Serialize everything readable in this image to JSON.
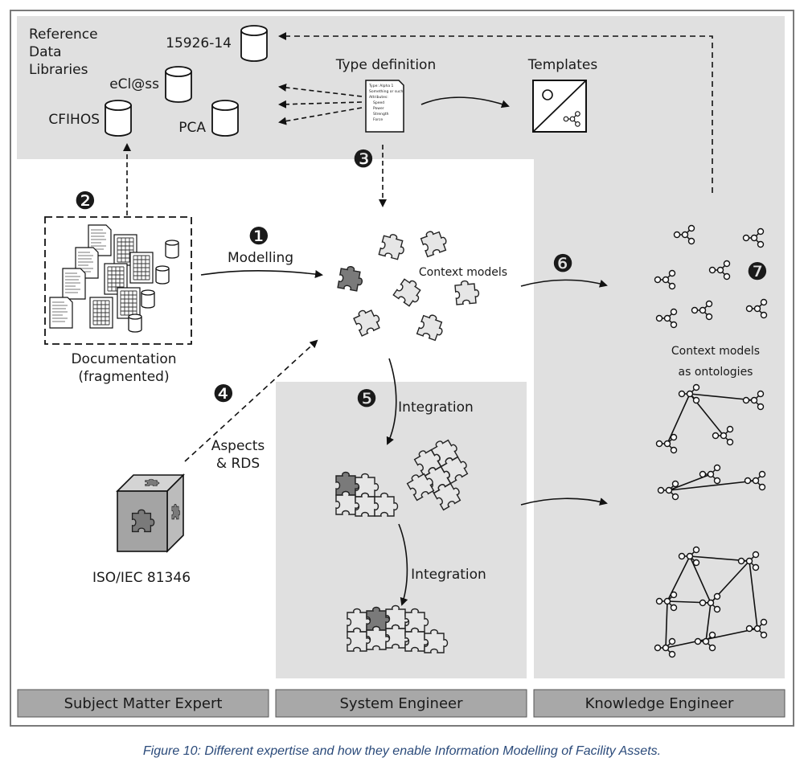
{
  "libraries": {
    "heading_line1": "Reference",
    "heading_line2": "Data",
    "heading_line3": "Libraries",
    "items": [
      "15926-14",
      "eCl@ss",
      "CFIHOS",
      "PCA"
    ]
  },
  "type_definition": {
    "title": "Type definition",
    "doc_lines": [
      "Type: Alpha 1",
      "Something or such",
      "Attributes:",
      "Speed",
      "Power",
      "Strength",
      "Force"
    ]
  },
  "templates": {
    "title": "Templates"
  },
  "documentation": {
    "line1": "Documentation",
    "line2": "(fragmented)"
  },
  "steps": {
    "s1": "❶",
    "s2": "❷",
    "s3": "❸",
    "s4": "❹",
    "s5": "❺",
    "s6": "❻",
    "s7": "❼"
  },
  "labels": {
    "modelling": "Modelling",
    "context_models": "Context models",
    "aspects_line1": "Aspects",
    "aspects_line2": "& RDS",
    "iso": "ISO/IEC 81346",
    "integration_1": "Integration",
    "integration_2": "Integration",
    "ontologies_line1": "Context models",
    "ontologies_line2": "as ontologies"
  },
  "roles": [
    "Subject Matter Expert",
    "System Engineer",
    "Knowledge Engineer"
  ],
  "caption": "Figure 10: Different expertise and how they enable Information Modelling of Facility Assets.",
  "colors": {
    "panel": "#e0e0e0",
    "role_bar": "#a8a8a8",
    "piece_dark": "#7a7a7a",
    "piece_light": "#e6e6e6",
    "caption": "#2a4a7a"
  }
}
